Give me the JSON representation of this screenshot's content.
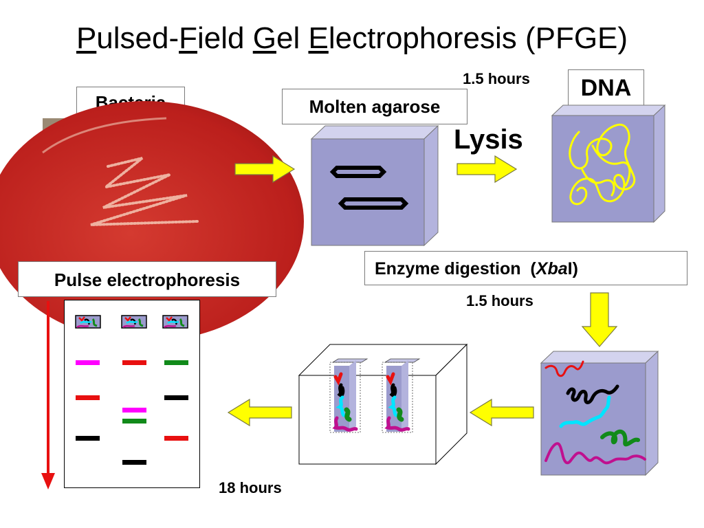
{
  "title": {
    "p1": "P",
    "p2": "ulsed-",
    "f1": "F",
    "f2": "ield ",
    "g1": "G",
    "g2": "el ",
    "e1": "E",
    "e2": "lectrophoresis (PFGE)"
  },
  "labels": {
    "bacteria": "Bacteria",
    "molten_agarose": "Molten agarose",
    "dna": "DNA",
    "lysis": "Lysis",
    "lysis_time": "1.5 hours",
    "enzyme_prefix": "Enzyme digestion  (",
    "enzyme_italic": "Xba",
    "enzyme_suffix": "I)",
    "digestion_time": "1.5 hours",
    "pulse_electrophoresis": "Pulse electrophoresis",
    "run_time": "18 hours"
  },
  "colors": {
    "arrow_fill": "#ffff00",
    "block_front": "#9b9bcd",
    "block_side": "#b3b3dd",
    "bacteria_plate": "#c4221e",
    "dna_strand": "#ffff00",
    "direction_arrow": "#e81010",
    "fragment_red": "#e81010",
    "fragment_black": "#000000",
    "fragment_cyan": "#00e5ff",
    "fragment_green": "#118a1a",
    "fragment_magenta": "#c0108f",
    "band_magenta": "#ff00ff"
  }
}
